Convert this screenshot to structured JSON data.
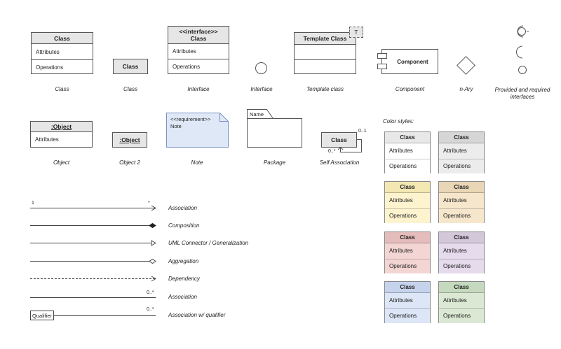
{
  "shapes": {
    "class_full": {
      "title": "Class",
      "attributes": "Attributes",
      "operations": "Operations",
      "caption": "Class"
    },
    "class_simple": {
      "title": "Class",
      "caption": "Class"
    },
    "interface_box": {
      "stereotype": "<<interface>>",
      "title": "Class",
      "attributes": "Attributes",
      "operations": "Operations",
      "caption": "Interface"
    },
    "interface_circle": {
      "caption": "Interface"
    },
    "template_class": {
      "title": "Template Class",
      "param": "T",
      "caption": "Template class"
    },
    "component": {
      "title": "Component",
      "caption": "Component"
    },
    "nary": {
      "caption": "n-Ary"
    },
    "provided_required": {
      "caption_line1": "Provided and required",
      "caption_line2": "interfaces"
    },
    "object_full": {
      "title": ":Object",
      "attributes": "Attributes",
      "caption": "Object"
    },
    "object_simple": {
      "title": ":Object",
      "caption": "Object 2"
    },
    "note": {
      "line1": "<<requirement>>",
      "line2": "Note",
      "caption": "Note"
    },
    "package": {
      "tab": "Name",
      "caption": "Package"
    },
    "self_association": {
      "title": "Class",
      "mult_top": "0..1",
      "mult_bottom": "0..*",
      "caption": "Self Association"
    }
  },
  "connectors": [
    {
      "label": "Association",
      "left_mult": "1",
      "right_mult": "*"
    },
    {
      "label": "Composition"
    },
    {
      "label": "UML Connector / Generalization"
    },
    {
      "label": "Aggregation"
    },
    {
      "label": "Dependency"
    },
    {
      "label": "Association",
      "right_mult": "0..*"
    },
    {
      "label": "Association w/ qualifier",
      "right_mult": "0..*",
      "qualifier": "Qualifier"
    }
  ],
  "color_styles": {
    "heading": "Color styles:",
    "swatches": [
      {
        "title": "Class",
        "attributes": "Attributes",
        "operations": "Operations",
        "header_color": "#e8e8e8",
        "body_color": "#ffffff"
      },
      {
        "title": "Class",
        "attributes": "Attributes",
        "operations": "Operations",
        "header_color": "#d6d6d6",
        "body_color": "#ececec"
      },
      {
        "title": "Class",
        "attributes": "Attributes",
        "operations": "Operations",
        "header_color": "#f3e7b2",
        "body_color": "#fdf4cf"
      },
      {
        "title": "Class",
        "attributes": "Attributes",
        "operations": "Operations",
        "header_color": "#e8d6b6",
        "body_color": "#f6e7cc"
      },
      {
        "title": "Class",
        "attributes": "Attributes",
        "operations": "Operations",
        "header_color": "#e4bcbb",
        "body_color": "#f3d5d3"
      },
      {
        "title": "Class",
        "attributes": "Attributes",
        "operations": "Operations",
        "header_color": "#d3c7da",
        "body_color": "#e5dbec"
      },
      {
        "title": "Class",
        "attributes": "Attributes",
        "operations": "Operations",
        "header_color": "#c6d3ec",
        "body_color": "#dce6f7"
      },
      {
        "title": "Class",
        "attributes": "Attributes",
        "operations": "Operations",
        "header_color": "#c5d9be",
        "body_color": "#dbe9d4"
      }
    ]
  }
}
